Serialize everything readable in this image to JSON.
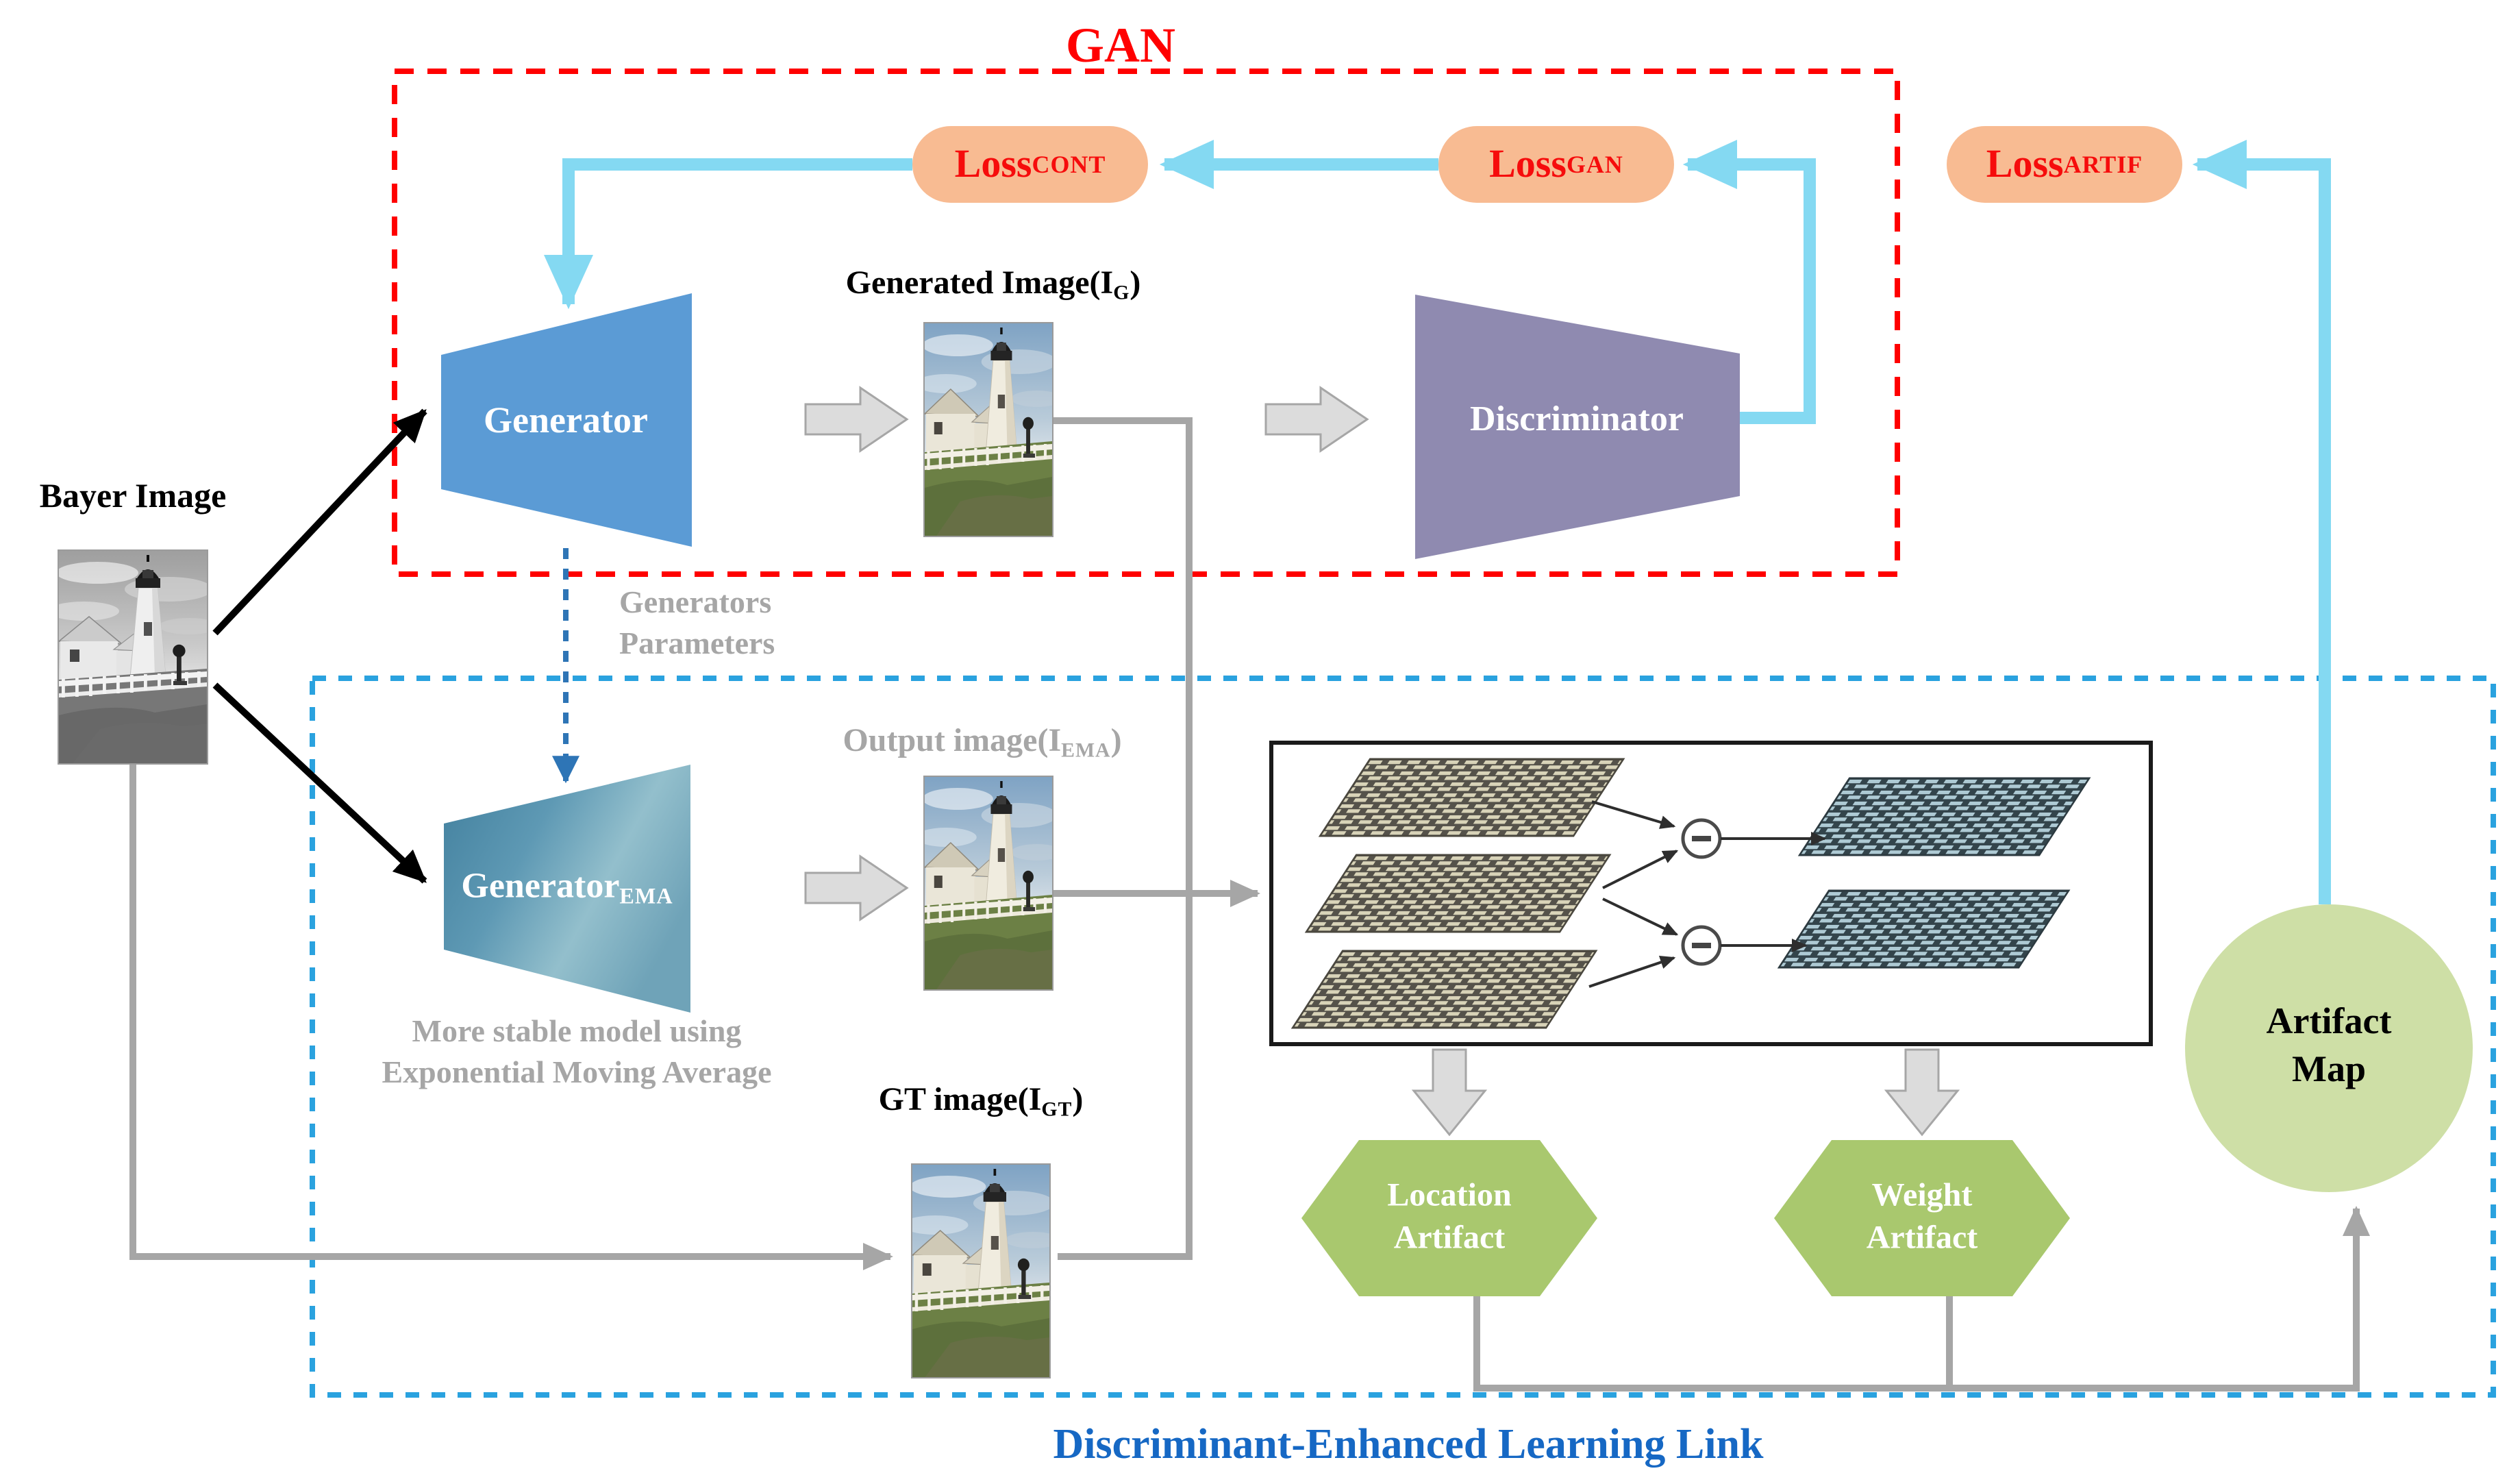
{
  "titles": {
    "gan": "GAN",
    "bottom": "Discriminant-Enhanced Learning Link"
  },
  "losses": [
    {
      "base": "Loss",
      "sub": "CONT"
    },
    {
      "base": "Loss",
      "sub": "GAN"
    },
    {
      "base": "Loss",
      "sub": "ARTIF"
    }
  ],
  "blocks": {
    "generator": "Generator",
    "generator_ema": {
      "base": "Generator",
      "sub": "EMA"
    },
    "discriminator": "Discriminator"
  },
  "image_labels": {
    "bayer": "Bayer Image",
    "generated": {
      "pre": "Generated Image(I",
      "sub": "G",
      "post": ")"
    },
    "output": {
      "pre": "Output image(I",
      "sub": "EMA",
      "post": ")"
    },
    "gt": {
      "pre": "GT image(I",
      "sub": "GT",
      "post": ")"
    }
  },
  "notes": {
    "gen_params": [
      "Generators",
      "Parameters"
    ],
    "ema_note": [
      "More stable model using",
      "Exponential Moving Average"
    ]
  },
  "artifact": {
    "location": [
      "Location",
      "Artifact"
    ],
    "weight": [
      "Weight",
      "Artifact"
    ],
    "map": [
      "Artifact",
      "Map"
    ]
  },
  "colors": {
    "red_dash": "#FF0000",
    "blue_dash": "#2AA2DF",
    "cyan_arrow": "#84D9F2",
    "loss_pill_fill": "#F8BB92",
    "loss_text": "#F60C0C",
    "generator_blue": "#5B9BD5",
    "discriminator_purple": "#8F8AB0",
    "hexagon_green": "#A9C86E",
    "artifact_map_green": "#CEDFA6",
    "connector_gray": "#A6A6A6",
    "bottom_title_blue": "#1668C4"
  }
}
